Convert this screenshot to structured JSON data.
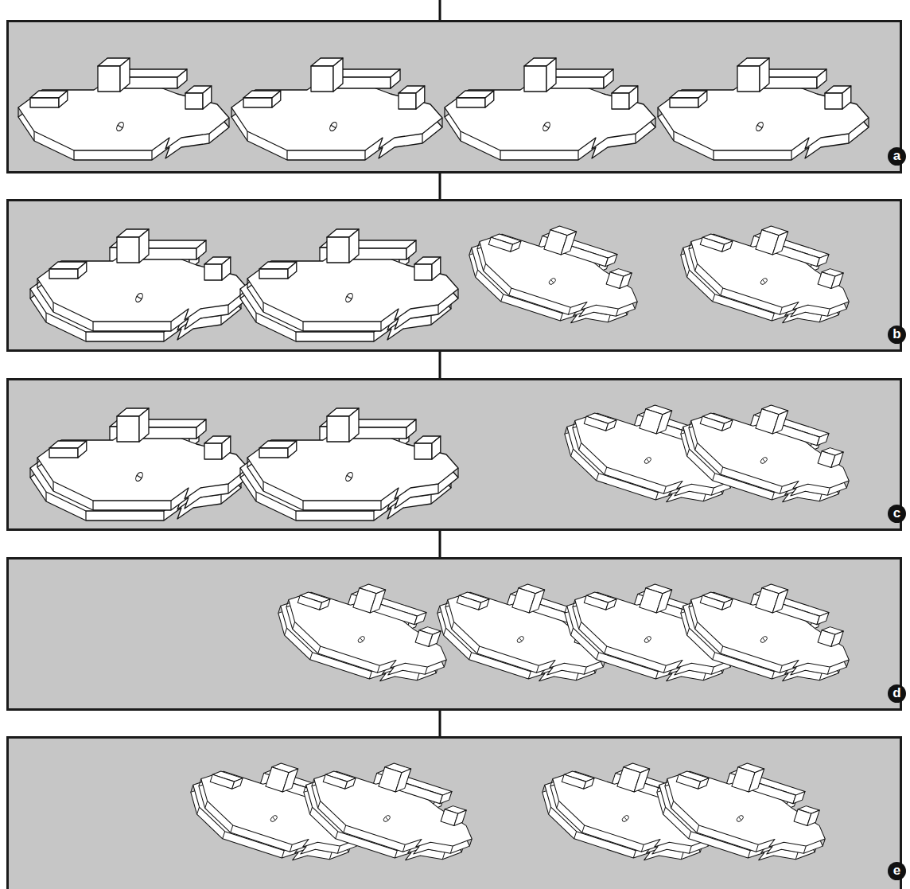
{
  "diagram": {
    "nodes": [
      {
        "text": [
          "a"
        ]
      },
      {
        "text": [
          "b"
        ]
      },
      {
        "text": [
          "c"
        ]
      },
      {
        "text": [
          "d"
        ]
      },
      {
        "text": [
          "e"
        ]
      }
    ],
    "edges": [
      {
        "from": 0,
        "to": 1,
        "arrow": "none"
      },
      {
        "from": 1,
        "to": 2,
        "arrow": "none"
      },
      {
        "from": 2,
        "to": 3,
        "arrow": "none"
      },
      {
        "from": 3,
        "to": 4,
        "arrow": "none"
      }
    ]
  }
}
